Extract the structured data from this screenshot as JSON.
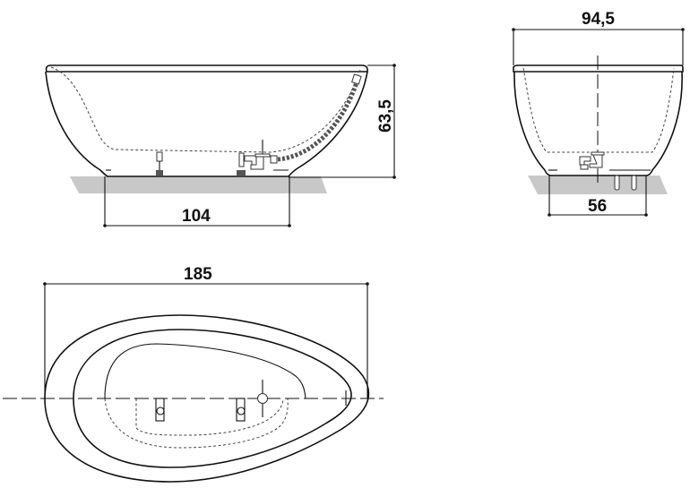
{
  "drawing": {
    "title": "Freestanding bathtub dimensional drawing",
    "units": "cm",
    "colors": {
      "line": "#111111",
      "floor": "#c8c8c8",
      "hidden_line": "#444444"
    }
  },
  "side_view": {
    "height_label": "63,5",
    "base_width_label": "104"
  },
  "end_view": {
    "top_width_label": "94,5",
    "base_width_label": "56"
  },
  "top_view": {
    "length_label": "185"
  }
}
